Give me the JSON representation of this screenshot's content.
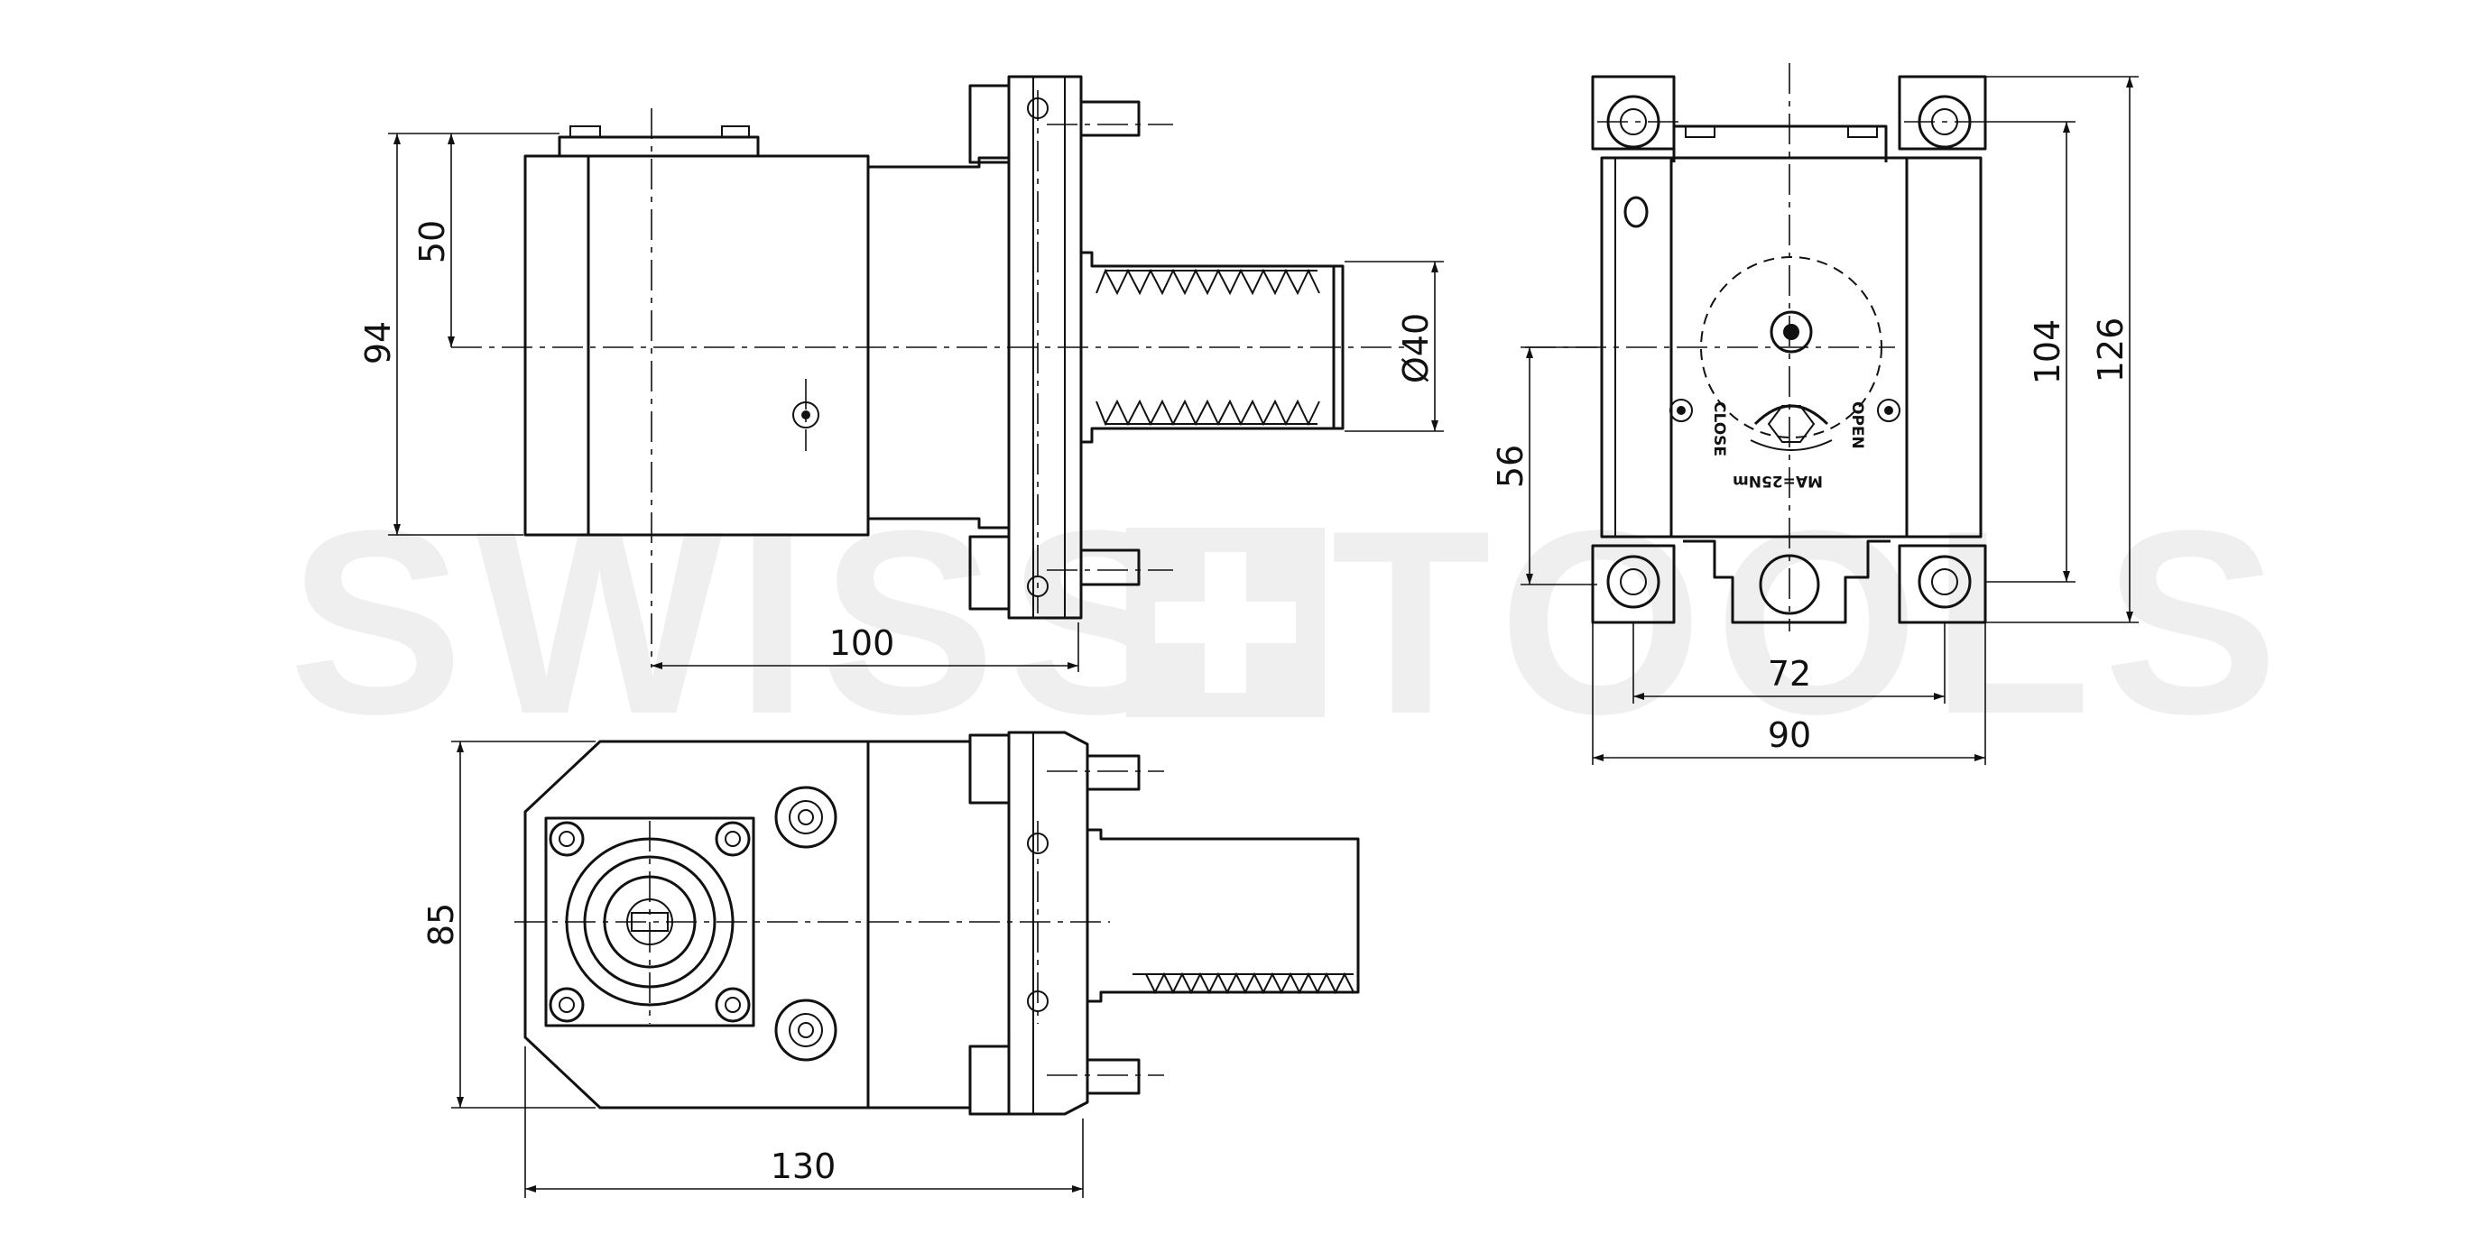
{
  "watermark": {
    "part1": "SWISS",
    "part2": "TOOLS",
    "color": "#efefef"
  },
  "dimensions": {
    "height_94": "94",
    "height_50": "50",
    "diameter_40": "Ø40",
    "length_100": "100",
    "height_56": "56",
    "width_72": "72",
    "width_90": "90",
    "height_104": "104",
    "height_126": "126",
    "height_85": "85",
    "length_130": "130"
  },
  "labels": {
    "close": "CLOSE",
    "open": "OPEN",
    "torque": "MA=25Nm"
  },
  "icons": {
    "cross": "swiss-cross-icon"
  },
  "colors": {
    "line": "#111111",
    "watermark": "#efefef",
    "background": "#ffffff"
  }
}
